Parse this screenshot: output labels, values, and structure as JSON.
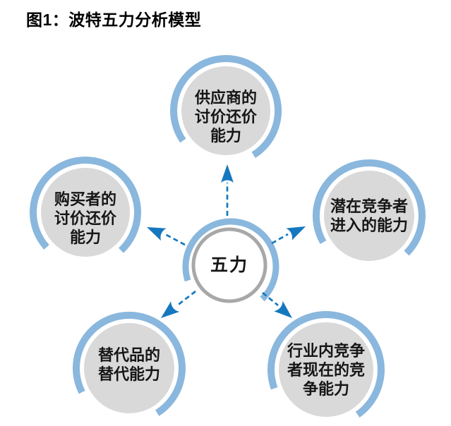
{
  "title": "图1：波特五力分析模型",
  "colors": {
    "background": "#ffffff",
    "arc_blue": "#8ab7dd",
    "arrow_blue": "#1578be",
    "node_gray": "#d9d9d9",
    "ring_gray": "#a8a8a8",
    "text": "#161616"
  },
  "center": {
    "label": "五力"
  },
  "forces": [
    {
      "id": "suppliers",
      "label": "供应商的\n讨价还价\n能力",
      "position": "top"
    },
    {
      "id": "buyers",
      "label": "购买者的\n讨价还价\n能力",
      "position": "left"
    },
    {
      "id": "new-entrants",
      "label": "潜在竞争者\n进入的能力",
      "position": "right"
    },
    {
      "id": "substitutes",
      "label": "替代品的\n替代能力",
      "position": "bottom-left"
    },
    {
      "id": "rivals",
      "label": "行业内竞争\n者现在的竞\n争能力",
      "position": "bottom-right"
    }
  ]
}
